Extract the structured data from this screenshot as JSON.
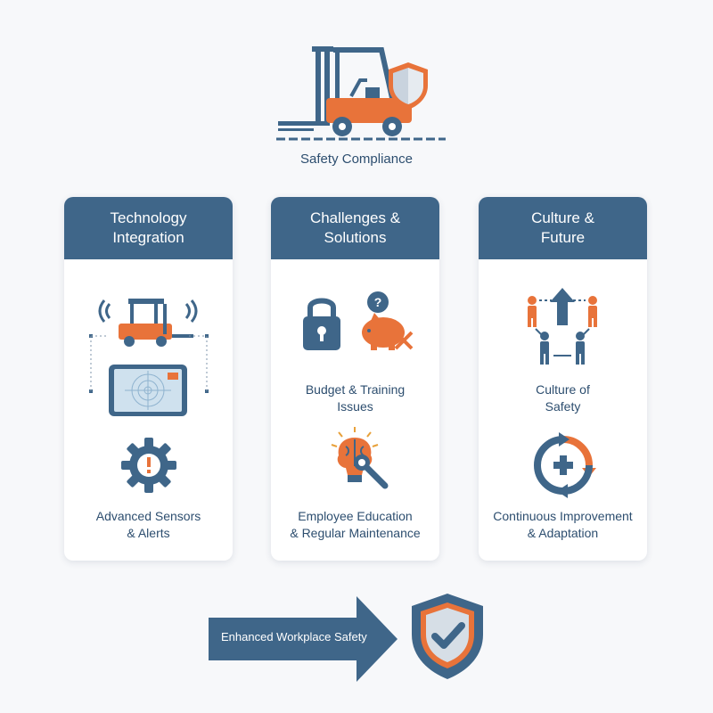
{
  "header": {
    "title": "Safety Compliance"
  },
  "cards": [
    {
      "title_lines": [
        "Technology",
        "Integration"
      ],
      "items": [
        {
          "lines": [
            "Advanced Sensors",
            "& Alerts"
          ]
        }
      ]
    },
    {
      "title_lines": [
        "Challenges &",
        "Solutions"
      ],
      "items": [
        {
          "lines": [
            "Budget & Training",
            "Issues"
          ]
        },
        {
          "lines": [
            "Employee Education",
            "& Regular Maintenance"
          ]
        }
      ]
    },
    {
      "title_lines": [
        "Culture &",
        "Future"
      ],
      "items": [
        {
          "lines": [
            "Culture of",
            "Safety"
          ]
        },
        {
          "lines": [
            "Continuous Improvement",
            "& Adaptation"
          ]
        }
      ]
    }
  ],
  "footer": {
    "result_label": "Enhanced Workplace Safety"
  },
  "colors": {
    "navy": "#3f6689",
    "orange": "#e8733a",
    "text": "#2d4e6f"
  },
  "icons": [
    "forklift-icon",
    "shield-icon",
    "sensor-forklift-icon",
    "tablet-icon",
    "gear-alert-icon",
    "padlock-icon",
    "piggy-bank-icon",
    "brain-wrench-icon",
    "people-network-icon",
    "cycle-plus-icon",
    "shield-check-icon",
    "arrow-right-icon"
  ]
}
